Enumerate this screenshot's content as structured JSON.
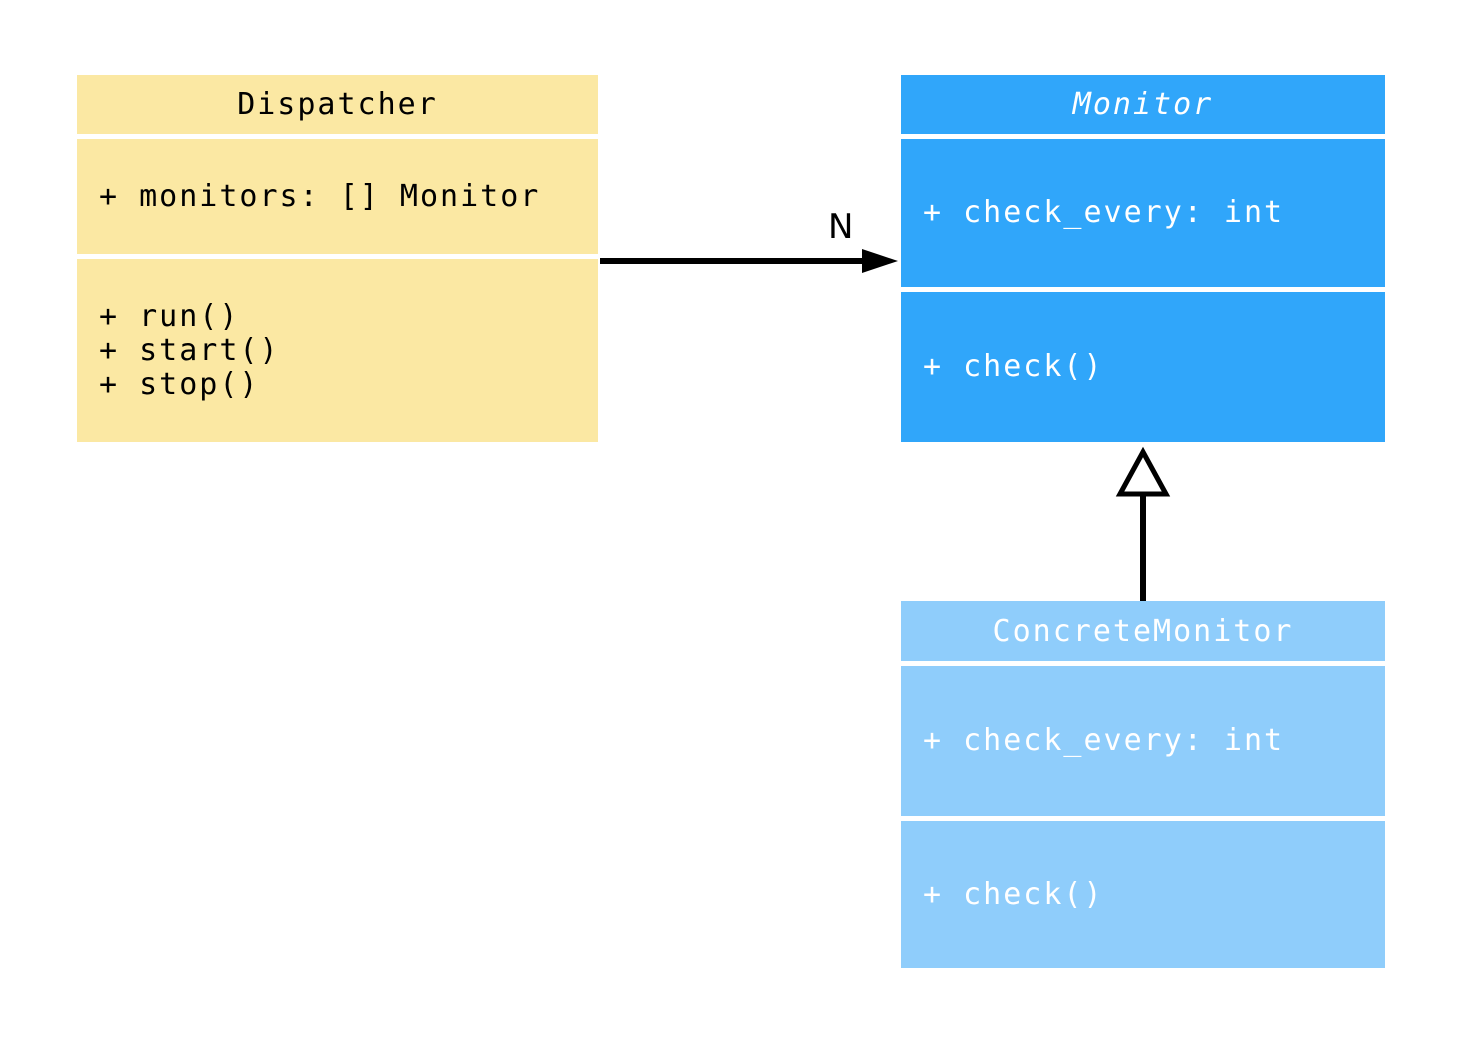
{
  "diagram": {
    "kind": "uml-class-diagram",
    "background_color": "#ffffff",
    "classes": [
      {
        "name": "Dispatcher",
        "abstract": false,
        "attributes": [
          "+ monitors: [] Monitor"
        ],
        "methods": [
          "+ run()",
          "+ start()",
          "+ stop()"
        ],
        "fill": "#FBE8A3",
        "text_color": "#000000"
      },
      {
        "name": "Monitor",
        "abstract": true,
        "attributes": [
          "+ check_every: int"
        ],
        "methods": [
          "+ check()"
        ],
        "fill": "#30A6FA",
        "text_color": "#ffffff"
      },
      {
        "name": "ConcreteMonitor",
        "abstract": false,
        "attributes": [
          "+ check_every: int"
        ],
        "methods": [
          "+ check()"
        ],
        "fill": "#8FCDFB",
        "text_color": "#ffffff"
      }
    ],
    "relations": [
      {
        "type": "association",
        "from": "Dispatcher",
        "to": "Monitor",
        "label": "N",
        "line_color": "#000000"
      },
      {
        "type": "inheritance",
        "from": "ConcreteMonitor",
        "to": "Monitor",
        "label": "",
        "line_color": "#000000"
      }
    ]
  }
}
